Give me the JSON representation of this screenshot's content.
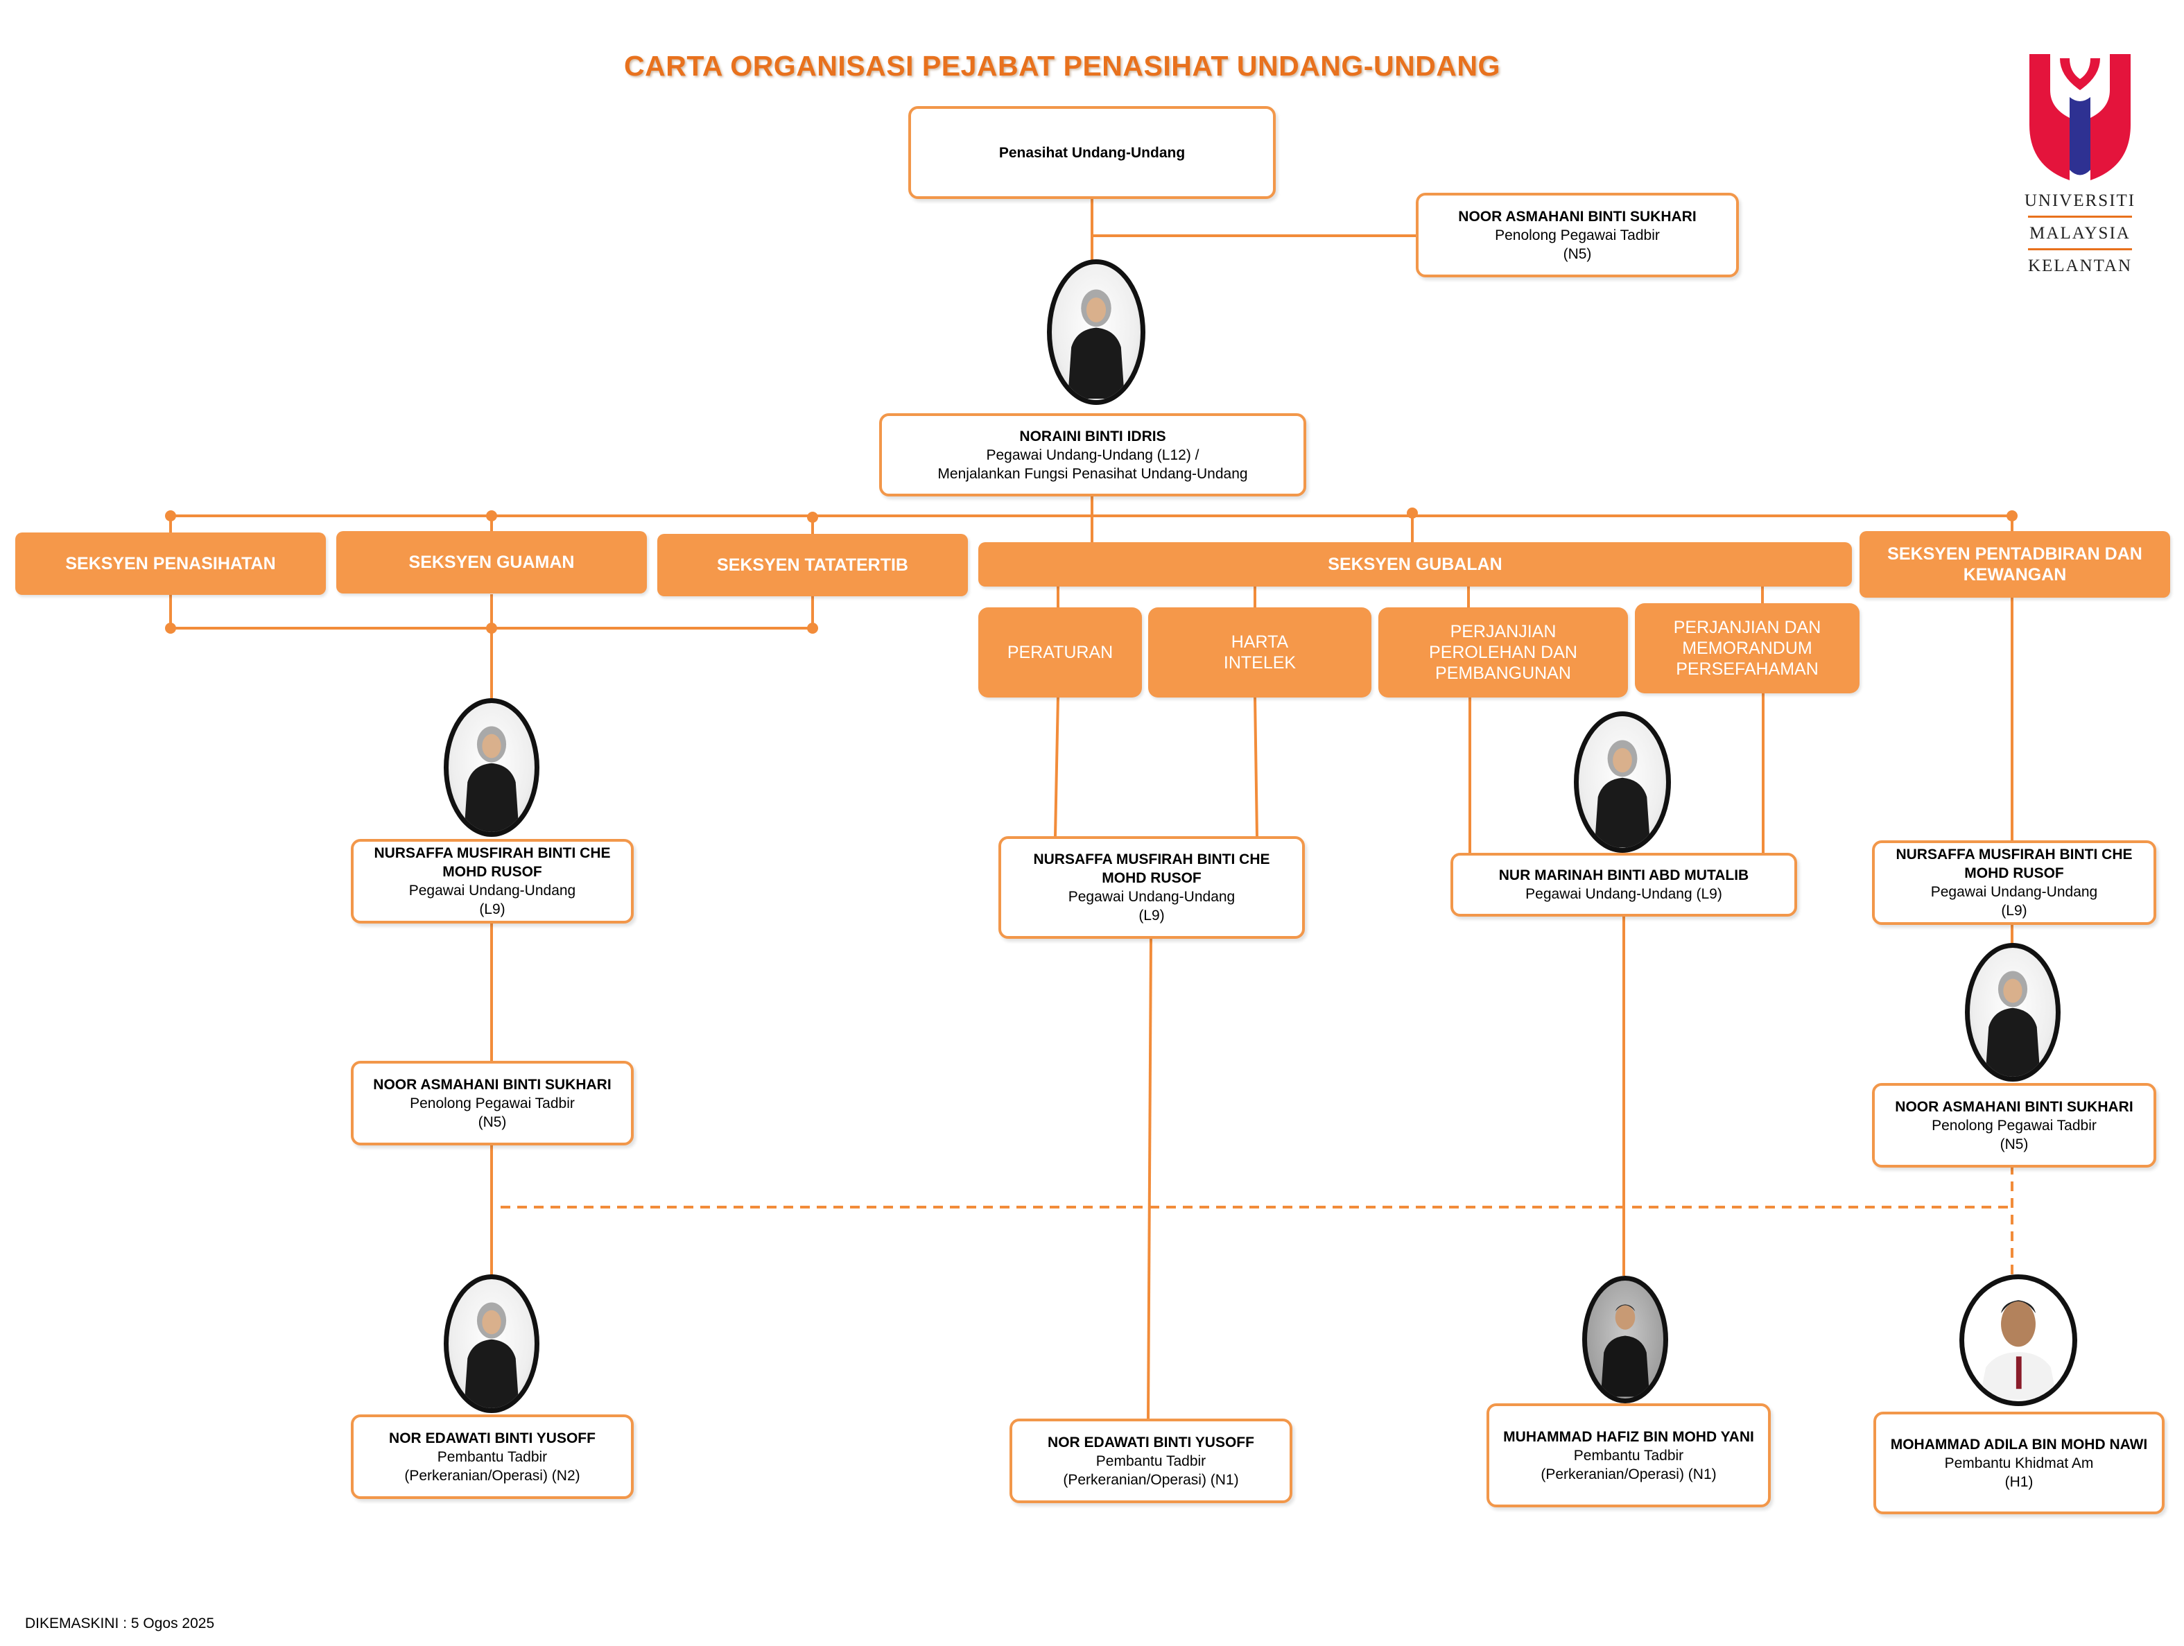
{
  "title": "CARTA ORGANISASI PEJABAT PENASIHAT UNDANG-UNDANG",
  "logo": {
    "line1": "UNIVERSITI",
    "line2": "MALAYSIA",
    "line3": "KELANTAN",
    "colors": {
      "red": "#e4143c",
      "blue": "#2e3192",
      "orange": "#e8711d"
    }
  },
  "top": {
    "title": "Penasihat Undang-Undang"
  },
  "secretary": {
    "name": "NOOR ASMAHANI BINTI SUKHARI",
    "line1": "Penolong Pegawai Tadbir",
    "line2": "(N5)"
  },
  "head": {
    "name": "NORAINI BINTI IDRIS",
    "line1": "Pegawai Undang-Undang (L12) /",
    "line2": "Menjalankan Fungsi Penasihat Undang-Undang"
  },
  "sections": {
    "penasihatan": "SEKSYEN PENASIHATAN",
    "guaman": "SEKSYEN GUAMAN",
    "tatatertib": "SEKSYEN TATATERTIB",
    "gubalan": "SEKSYEN GUBALAN",
    "pentadbiran": "SEKSYEN PENTADBIRAN DAN KEWANGAN"
  },
  "gubalan_units": {
    "peraturan": "PERATURAN",
    "harta": "HARTA\nINTELEK",
    "perjanjian": "PERJANJIAN\nPEROLEHAN DAN\nPEMBANGUNAN",
    "memorandum": "PERJANJIAN DAN\nMEMORANDUM\nPERSEFAHAMAN"
  },
  "staff": {
    "left_officer": {
      "name": "NURSAFFA MUSFIRAH BINTI CHE MOHD RUSOF",
      "line1": "Pegawai Undang-Undang",
      "line2": "(L9)"
    },
    "left_assistant": {
      "name": "NOOR ASMAHANI BINTI SUKHARI",
      "line1": "Penolong Pegawai Tadbir",
      "line2": "(N5)"
    },
    "left_clerk": {
      "name": "NOR EDAWATI BINTI YUSOFF",
      "line1": "Pembantu Tadbir",
      "line2": "(Perkeranian/Operasi) (N2)"
    },
    "mid_officer": {
      "name": "NURSAFFA MUSFIRAH BINTI CHE MOHD RUSOF",
      "line1": "Pegawai Undang-Undang",
      "line2": "(L9)"
    },
    "mid_clerk": {
      "name": "NOR EDAWATI BINTI YUSOFF",
      "line1": "Pembantu Tadbir",
      "line2": "(Perkeranian/Operasi) (N1)"
    },
    "marinah": {
      "name": "NUR MARINAH BINTI ABD MUTALIB",
      "line1": "Pegawai Undang-Undang (L9)"
    },
    "hafiz": {
      "name": "MUHAMMAD HAFIZ BIN MOHD YANI",
      "line1": "Pembantu Tadbir",
      "line2": "(Perkeranian/Operasi) (N1)"
    },
    "right_officer": {
      "name": "NURSAFFA MUSFIRAH BINTI CHE MOHD RUSOF",
      "line1": "Pegawai Undang-Undang",
      "line2": "(L9)"
    },
    "right_assistant": {
      "name": "NOOR ASMAHANI BINTI SUKHARI",
      "line1": "Penolong Pegawai Tadbir",
      "line2": "(N5)"
    },
    "adila": {
      "name": "MOHAMMAD ADILA BIN MOHD NAWI",
      "line1": "Pembantu Khidmat Am",
      "line2": "(H1)"
    }
  },
  "footer": "DIKEMASKINI : 5 Ogos 2025",
  "colors": {
    "accent": "#f5984a",
    "title": "#e8711d",
    "line": "#f28c3a"
  }
}
